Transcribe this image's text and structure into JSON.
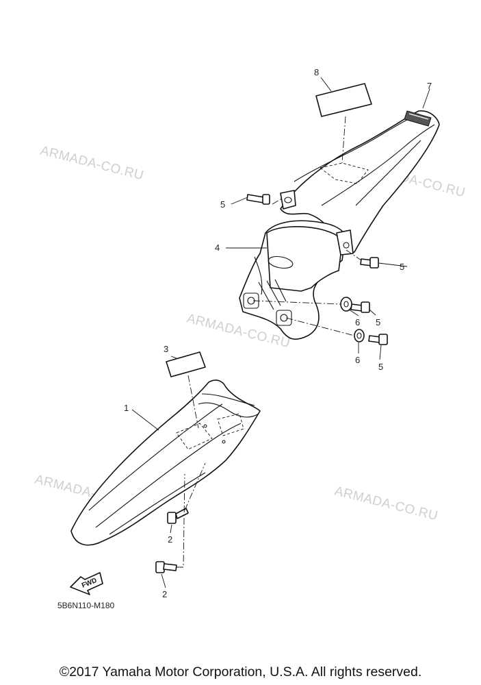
{
  "watermark": "ARMADA-CO.RU",
  "callouts": [
    "1",
    "2",
    "3",
    "4",
    "5",
    "6",
    "7",
    "8"
  ],
  "fwd_label": "FWD",
  "diagram_code": "5B6N110-M180",
  "copyright": "©2017 Yamaha Motor Corporation, U.S.A. All rights reserved."
}
